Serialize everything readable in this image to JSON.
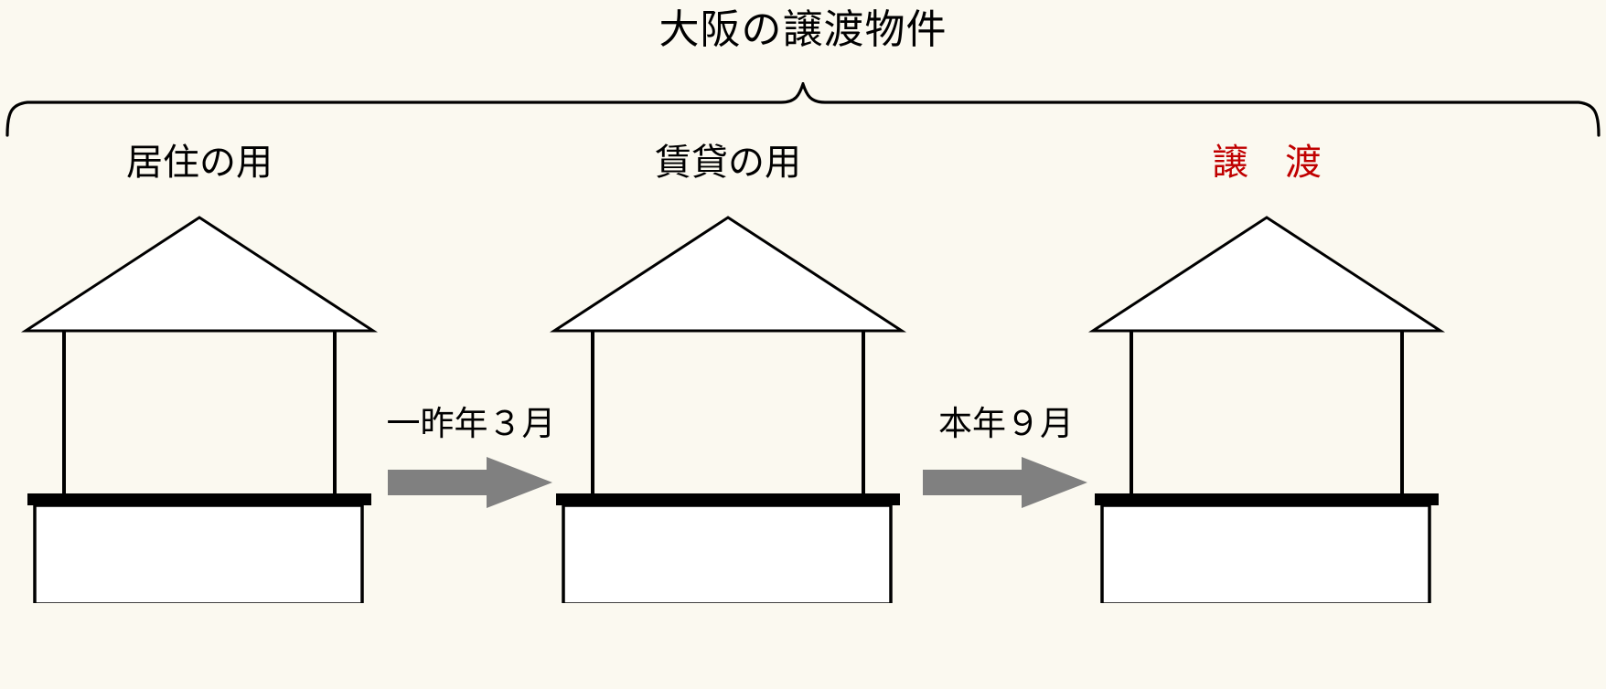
{
  "diagram": {
    "title": "大阪の譲渡物件",
    "background_color": "#fbf9f0",
    "line_color": "#000000",
    "accent_color": "#c00000",
    "arrow_color": "#808080",
    "stages": [
      {
        "label": "居住の用",
        "color": "#000000",
        "state": "residential-use"
      },
      {
        "label": "賃貸の用",
        "color": "#000000",
        "state": "rental-use"
      },
      {
        "label": "譲　渡",
        "color": "#c00000",
        "state": "transfer"
      }
    ],
    "transitions": [
      {
        "caption": "一昨年３月",
        "from": "居住の用",
        "to": "賃貸の用"
      },
      {
        "caption": "本年９月",
        "from": "賃貸の用",
        "to": "譲　渡"
      }
    ],
    "icons": {
      "house": "house-icon",
      "arrow": "right-arrow-icon",
      "brace": "curly-brace-icon"
    }
  }
}
